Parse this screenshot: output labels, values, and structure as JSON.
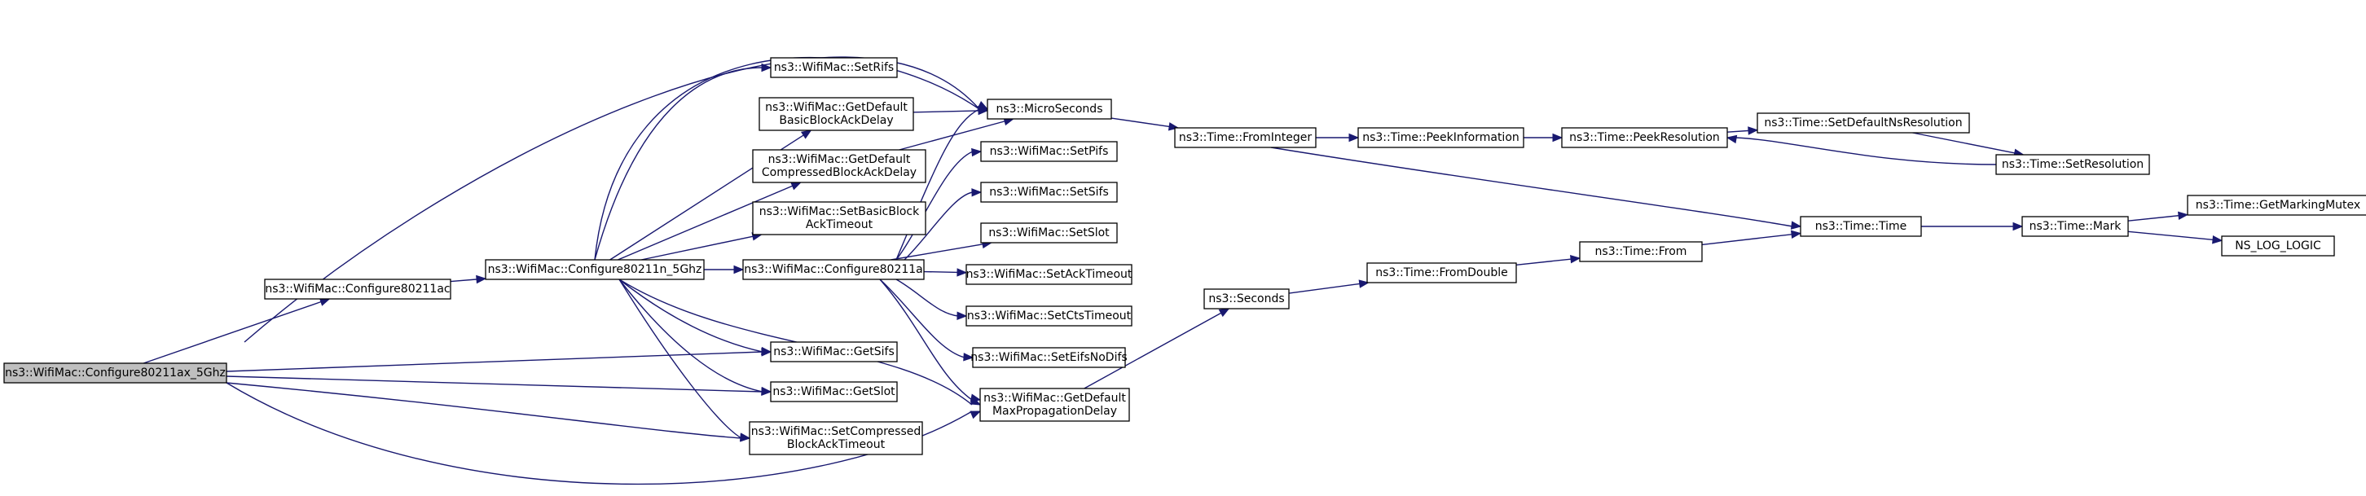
{
  "graph": {
    "nodes": [
      {
        "id": "root",
        "lines": [
          "ns3::WifiMac::Configure80211ax_5Ghz"
        ],
        "is_root": true
      },
      {
        "id": "c11ac",
        "lines": [
          "ns3::WifiMac::Configure80211ac"
        ]
      },
      {
        "id": "c11n",
        "lines": [
          "ns3::WifiMac::Configure80211n_5Ghz"
        ]
      },
      {
        "id": "c11a",
        "lines": [
          "ns3::WifiMac::Configure80211a"
        ]
      },
      {
        "id": "setRifs",
        "lines": [
          "ns3::WifiMac::SetRifs"
        ]
      },
      {
        "id": "getDefBasic",
        "lines": [
          "ns3::WifiMac::GetDefault",
          "BasicBlockAckDelay"
        ]
      },
      {
        "id": "getDefCompr",
        "lines": [
          "ns3::WifiMac::GetDefault",
          "CompressedBlockAckDelay"
        ]
      },
      {
        "id": "setBasicTO",
        "lines": [
          "ns3::WifiMac::SetBasicBlock",
          "AckTimeout"
        ]
      },
      {
        "id": "getSifs",
        "lines": [
          "ns3::WifiMac::GetSifs"
        ]
      },
      {
        "id": "getSlot",
        "lines": [
          "ns3::WifiMac::GetSlot"
        ]
      },
      {
        "id": "setComprTO",
        "lines": [
          "ns3::WifiMac::SetCompressed",
          "BlockAckTimeout"
        ]
      },
      {
        "id": "micro",
        "lines": [
          "ns3::MicroSeconds"
        ]
      },
      {
        "id": "setPifs",
        "lines": [
          "ns3::WifiMac::SetPifs"
        ]
      },
      {
        "id": "setSifs",
        "lines": [
          "ns3::WifiMac::SetSifs"
        ]
      },
      {
        "id": "setSlot",
        "lines": [
          "ns3::WifiMac::SetSlot"
        ]
      },
      {
        "id": "setAckTO",
        "lines": [
          "ns3::WifiMac::SetAckTimeout"
        ]
      },
      {
        "id": "setCtsTO",
        "lines": [
          "ns3::WifiMac::SetCtsTimeout"
        ]
      },
      {
        "id": "setEifs",
        "lines": [
          "ns3::WifiMac::SetEifsNoDifs"
        ]
      },
      {
        "id": "getMaxProp",
        "lines": [
          "ns3::WifiMac::GetDefault",
          "MaxPropagationDelay"
        ]
      },
      {
        "id": "fromInt",
        "lines": [
          "ns3::Time::FromInteger"
        ]
      },
      {
        "id": "peekInfo",
        "lines": [
          "ns3::Time::PeekInformation"
        ]
      },
      {
        "id": "peekRes",
        "lines": [
          "ns3::Time::PeekResolution"
        ]
      },
      {
        "id": "setDefNs",
        "lines": [
          "ns3::Time::SetDefaultNsResolution"
        ]
      },
      {
        "id": "setRes",
        "lines": [
          "ns3::Time::SetResolution"
        ]
      },
      {
        "id": "seconds",
        "lines": [
          "ns3::Seconds"
        ]
      },
      {
        "id": "fromDouble",
        "lines": [
          "ns3::Time::FromDouble"
        ]
      },
      {
        "id": "from",
        "lines": [
          "ns3::Time::From"
        ]
      },
      {
        "id": "time",
        "lines": [
          "ns3::Time::Time"
        ]
      },
      {
        "id": "mark",
        "lines": [
          "ns3::Time::Mark"
        ]
      },
      {
        "id": "getMarkMutex",
        "lines": [
          "ns3::Time::GetMarkingMutex"
        ]
      },
      {
        "id": "nsLog",
        "lines": [
          "NS_LOG_LOGIC"
        ]
      }
    ],
    "edges": [
      [
        "root",
        "c11ac"
      ],
      [
        "root",
        "micro"
      ],
      [
        "root",
        "getSifs"
      ],
      [
        "root",
        "getSlot"
      ],
      [
        "root",
        "setComprTO"
      ],
      [
        "root",
        "getMaxProp"
      ],
      [
        "c11ac",
        "c11n"
      ],
      [
        "c11n",
        "setRifs"
      ],
      [
        "c11n",
        "getDefBasic"
      ],
      [
        "c11n",
        "getDefCompr"
      ],
      [
        "c11n",
        "setBasicTO"
      ],
      [
        "c11n",
        "c11a"
      ],
      [
        "c11n",
        "getSifs"
      ],
      [
        "c11n",
        "getSlot"
      ],
      [
        "c11n",
        "setComprTO"
      ],
      [
        "c11n",
        "micro"
      ],
      [
        "c11n",
        "getMaxProp"
      ],
      [
        "getDefBasic",
        "micro"
      ],
      [
        "getDefCompr",
        "micro"
      ],
      [
        "c11a",
        "micro"
      ],
      [
        "c11a",
        "setPifs"
      ],
      [
        "c11a",
        "setSifs"
      ],
      [
        "c11a",
        "setSlot"
      ],
      [
        "c11a",
        "setAckTO"
      ],
      [
        "c11a",
        "setCtsTO"
      ],
      [
        "c11a",
        "setEifs"
      ],
      [
        "c11a",
        "getMaxProp"
      ],
      [
        "micro",
        "fromInt"
      ],
      [
        "getMaxProp",
        "seconds"
      ],
      [
        "fromInt",
        "peekInfo"
      ],
      [
        "fromInt",
        "time"
      ],
      [
        "peekInfo",
        "peekRes"
      ],
      [
        "peekRes",
        "setDefNs"
      ],
      [
        "setDefNs",
        "setRes"
      ],
      [
        "setRes",
        "peekRes"
      ],
      [
        "seconds",
        "fromDouble"
      ],
      [
        "fromDouble",
        "from"
      ],
      [
        "from",
        "time"
      ],
      [
        "time",
        "mark"
      ],
      [
        "mark",
        "getMarkMutex"
      ],
      [
        "mark",
        "nsLog"
      ]
    ]
  },
  "colors": {
    "edge": "#191970",
    "root_fill": "#bfbfbf",
    "node_fill": "#ffffff",
    "border": "#000000"
  }
}
